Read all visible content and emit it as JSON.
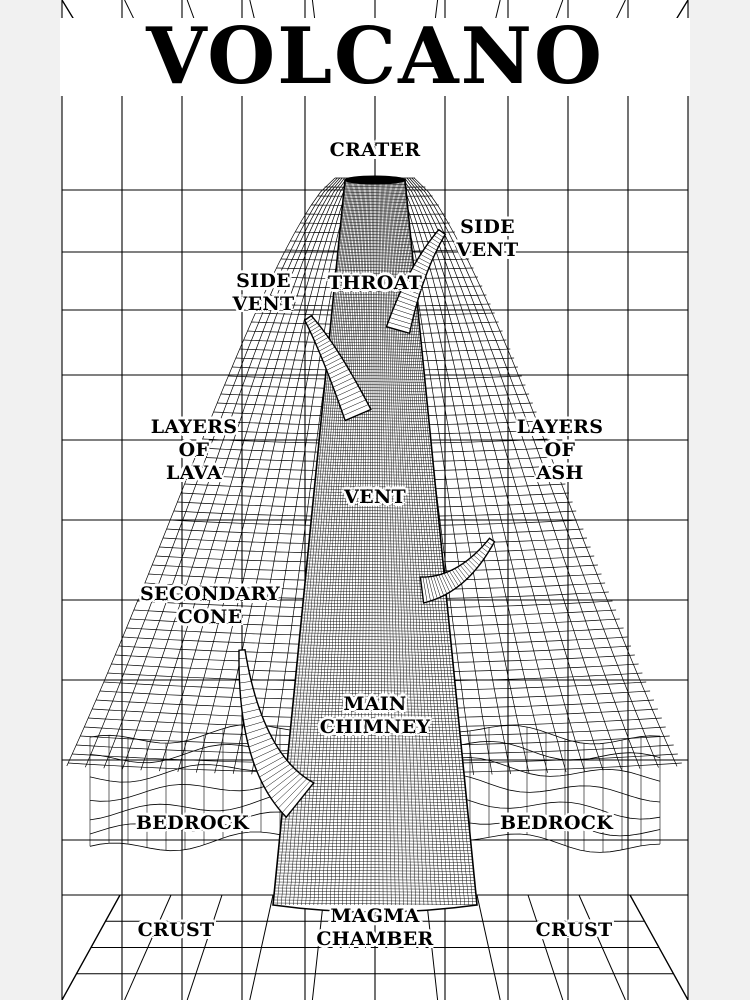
{
  "title": "VOLCANO",
  "labels": {
    "crater": "CRATER",
    "side_vent_right": "SIDE\nVENT",
    "side_vent_left": "SIDE\nVENT",
    "throat": "THROAT",
    "layers_of_lava": "LAYERS\nOF\nLAVA",
    "layers_of_ash": "LAYERS\nOF\nASH",
    "vent": "VENT",
    "secondary_cone": "SECONDARY\nCONE",
    "main_chimney": "MAIN\nCHIMNEY",
    "bedrock_left": "BEDROCK",
    "bedrock_right": "BEDROCK",
    "crust_left": "CRUST",
    "crust_right": "CRUST",
    "magma_chamber": "MAGMA\nCHAMBER"
  },
  "colors": {
    "ink": "#000000",
    "paper": "#ffffff",
    "backdrop": "#f1f1f1"
  }
}
